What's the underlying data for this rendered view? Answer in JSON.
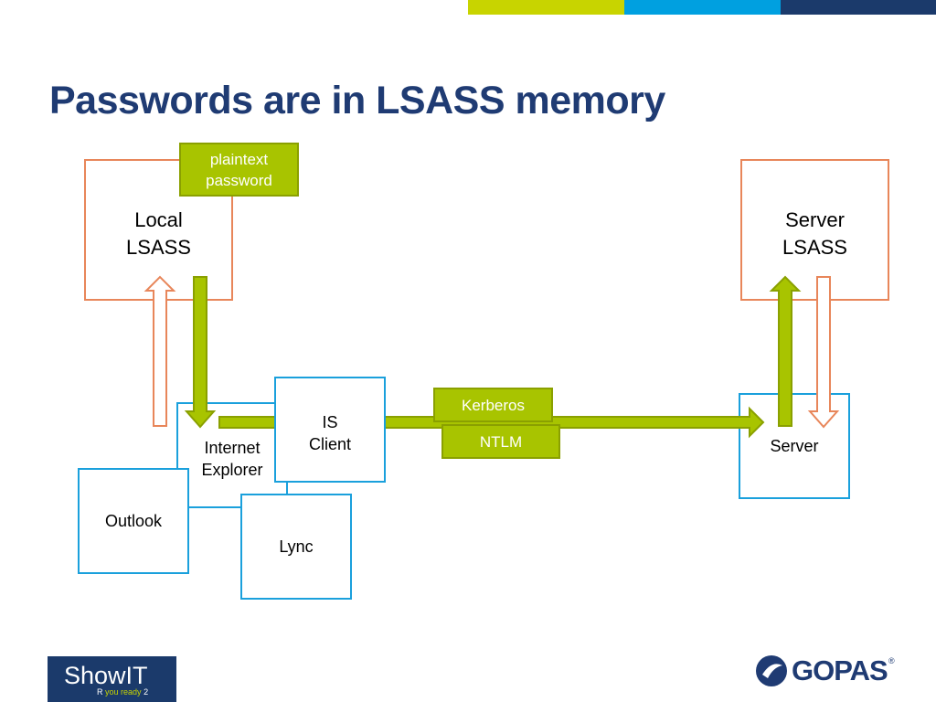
{
  "slide": {
    "title": "Passwords are in LSASS memory"
  },
  "colors": {
    "title": "#1f3b73",
    "topbar": [
      "#c8d400",
      "#00a0e0",
      "#1b3a6b"
    ],
    "orange_border": "#e8865a",
    "blue_border": "#1aa0dc",
    "green_fill": "#a8c400"
  },
  "diagram": {
    "local_lsass": {
      "line1": "Local",
      "line2": "LSASS"
    },
    "server_lsass": {
      "line1": "Server",
      "line2": "LSASS"
    },
    "plaintext_label": {
      "line1": "plaintext",
      "line2": "password"
    },
    "internet_explorer": {
      "line1": "Internet",
      "line2": "Explorer"
    },
    "is_client": {
      "line1": "IS",
      "line2": "Client"
    },
    "outlook": "Outlook",
    "lync": "Lync",
    "server": "Server",
    "kerberos": "Kerberos",
    "ntlm": "NTLM"
  },
  "footer": {
    "showit_title": "ShowIT",
    "showit_tag_r": "R",
    "showit_tag_mid": "you ready",
    "showit_tag_num": "2",
    "gopas": "GOPAS",
    "gopas_tm": "®"
  }
}
